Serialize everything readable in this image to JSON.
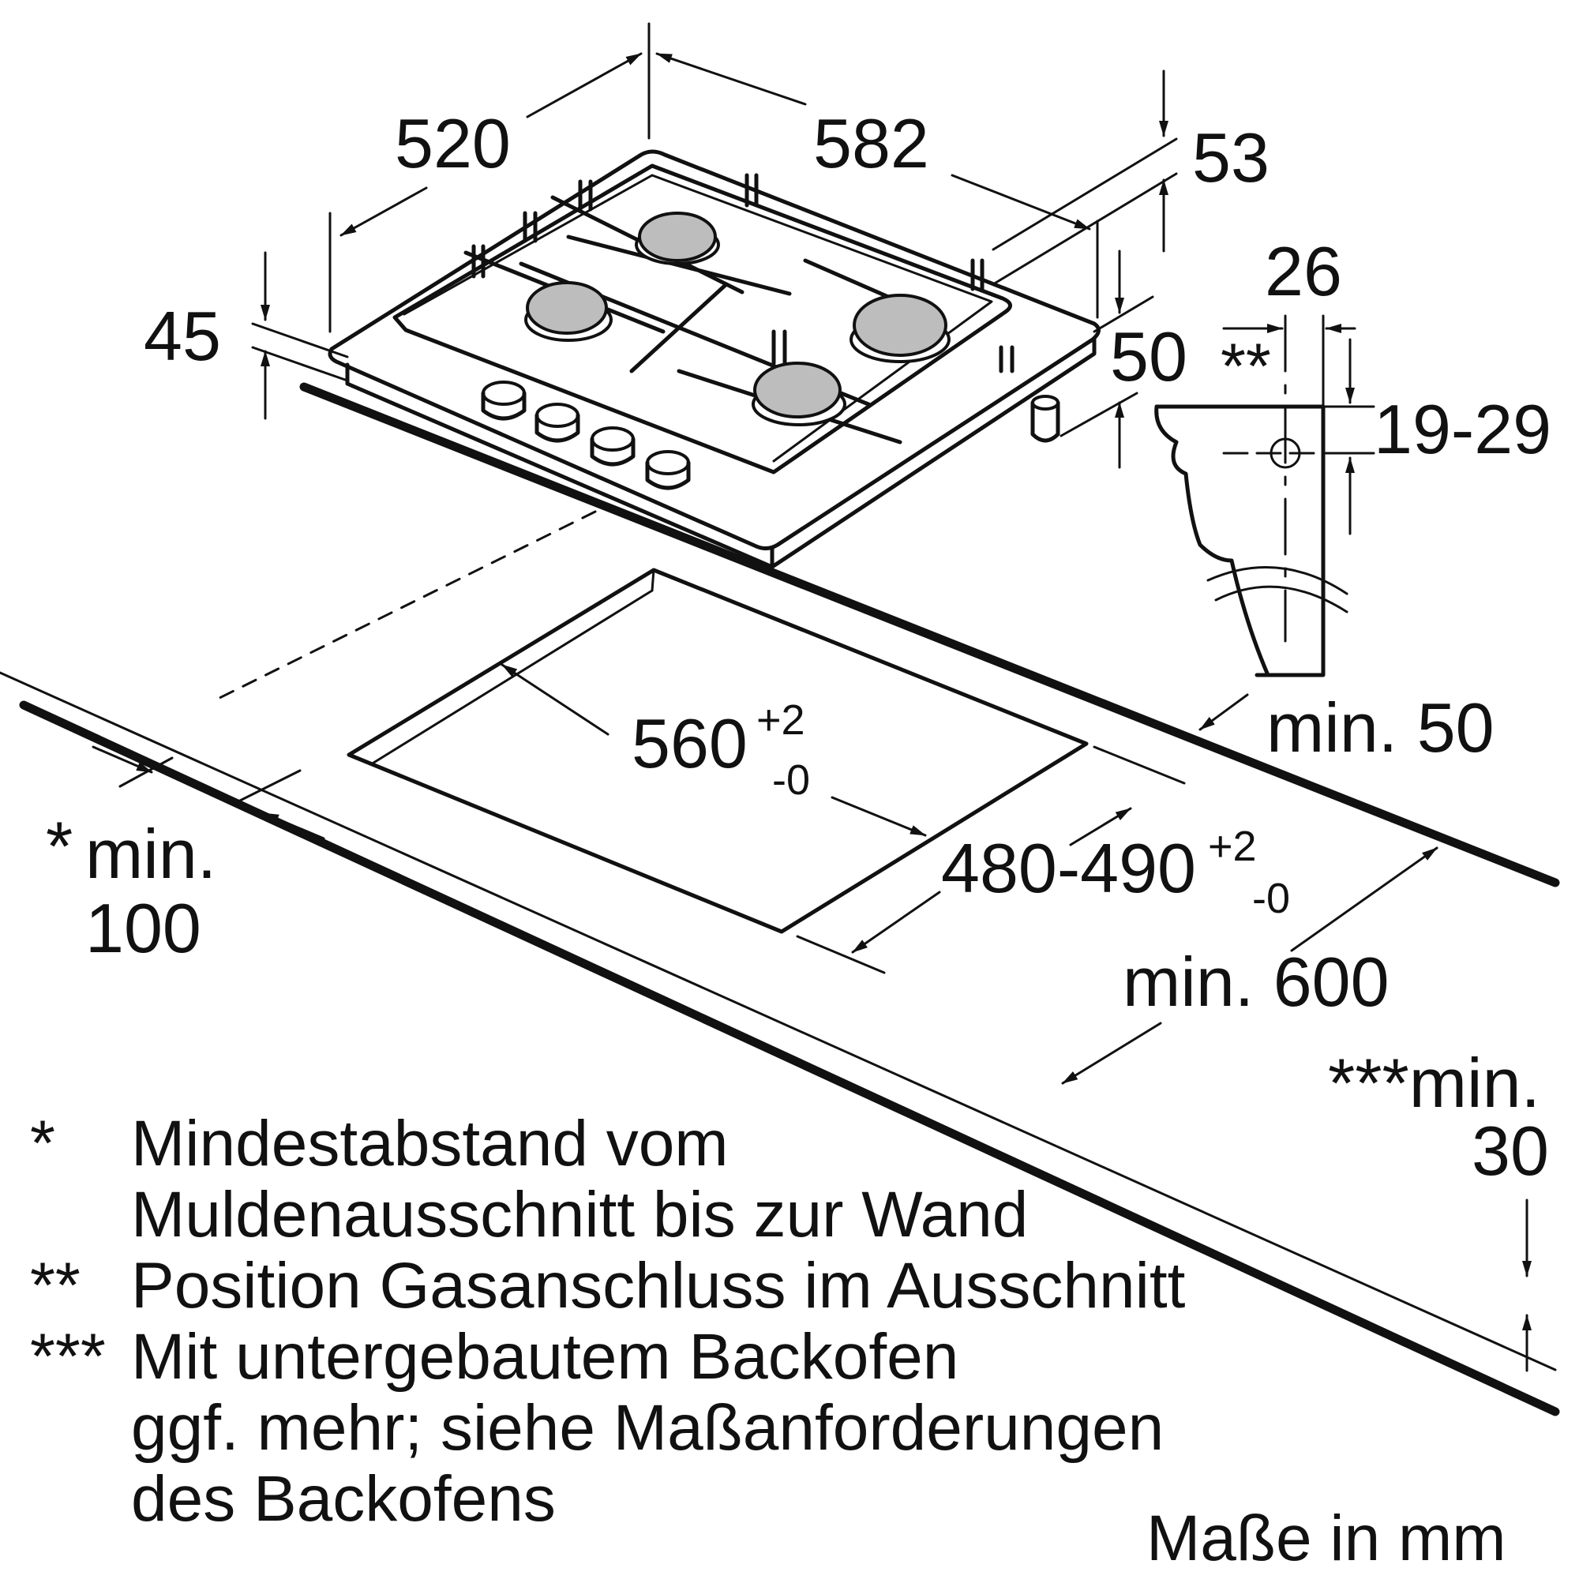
{
  "dimensions": {
    "depth": "520",
    "width": "582",
    "top_height": "53",
    "front_height": "45",
    "side_height": "50",
    "gas_offset": "26",
    "gas_marker": "**",
    "gas_range": "19-29",
    "wall_gap": "min. 50",
    "cutout_width_base": "560",
    "cutout_width_tol_plus": "+2",
    "cutout_width_tol_minus": "-0",
    "cutout_depth_base": "480-490",
    "cutout_depth_tol_plus": "+2",
    "cutout_depth_tol_minus": "-0",
    "front_min_prefix": "*",
    "front_min_label": "min.",
    "front_min_value": "100",
    "counter_min": "min. 600",
    "below_min_label": "***min.",
    "below_min_value": "30"
  },
  "notes": [
    {
      "marker": "*",
      "lines": [
        "Mindestabstand vom",
        "Muldenausschnitt bis zur Wand"
      ]
    },
    {
      "marker": "**",
      "lines": [
        "Position Gasanschluss im Ausschnitt"
      ]
    },
    {
      "marker": "***",
      "lines": [
        "Mit untergebautem Backofen",
        "ggf. mehr; siehe Maßanforderungen",
        "des Backofens"
      ]
    }
  ],
  "units_label": "Maße in mm"
}
